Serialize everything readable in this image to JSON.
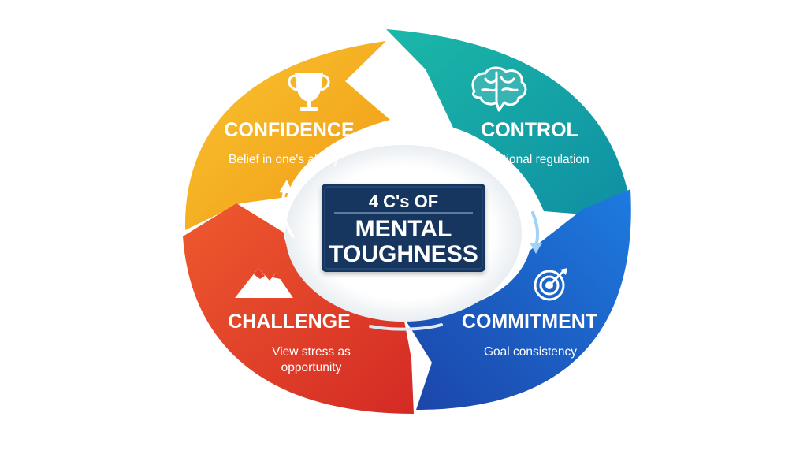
{
  "diagram": {
    "title": {
      "line1": "4 C's OF",
      "line2": "MENTAL",
      "line3": "TOUGHNESS"
    },
    "segments": [
      {
        "id": "confidence",
        "title": "CONFIDENCE",
        "description_lines": [
          "Belief in one's ability"
        ],
        "icon": "trophy-icon",
        "color": "#F5A81E"
      },
      {
        "id": "control",
        "title": "CONTROL",
        "description_lines": [
          "Emotional regulation"
        ],
        "icon": "brain-icon",
        "color": "#14A8A3"
      },
      {
        "id": "commitment",
        "title": "COMMITMENT",
        "description_lines": [
          "Goal consistency"
        ],
        "icon": "target-icon",
        "color": "#1E63C8"
      },
      {
        "id": "challenge",
        "title": "CHALLENGE",
        "description_lines": [
          "View stress as",
          "opportunity"
        ],
        "icon": "mountain-icon",
        "color": "#E5402A"
      }
    ],
    "colors": {
      "center_box": "#16365F",
      "text": "#FFFFFF",
      "background": "#FFFFFF"
    }
  }
}
